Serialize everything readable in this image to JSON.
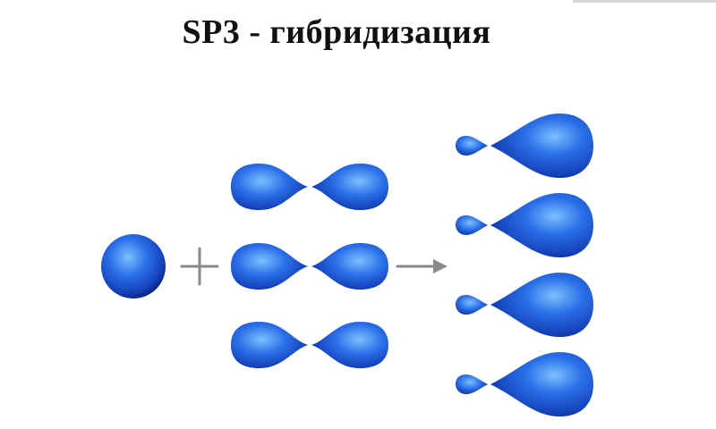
{
  "title": "SP3 - гибридизация",
  "colors": {
    "orbital_light": "#6fb4ff",
    "orbital_mid": "#2563e0",
    "orbital_dark": "#0a2a8c",
    "operator": "#8a8a8a"
  },
  "diagram": {
    "inputs": [
      {
        "name": "s-orbital",
        "shape": "sphere",
        "count": 1
      },
      {
        "name": "p-orbital",
        "shape": "dumbbell",
        "count": 3
      }
    ],
    "operator": "plus",
    "result_operator": "arrow",
    "outputs": [
      {
        "name": "sp3-orbital",
        "shape": "asymmetric-lobe",
        "count": 4
      }
    ]
  }
}
